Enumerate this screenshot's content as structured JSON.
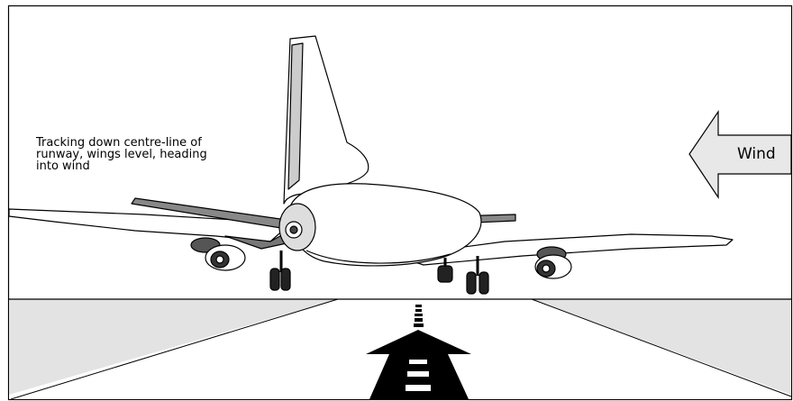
{
  "caption": {
    "lines": [
      "Tracking down centre-line of",
      "runway, wings level, heading",
      "into wind"
    ]
  },
  "wind": {
    "label": "Wind"
  }
}
